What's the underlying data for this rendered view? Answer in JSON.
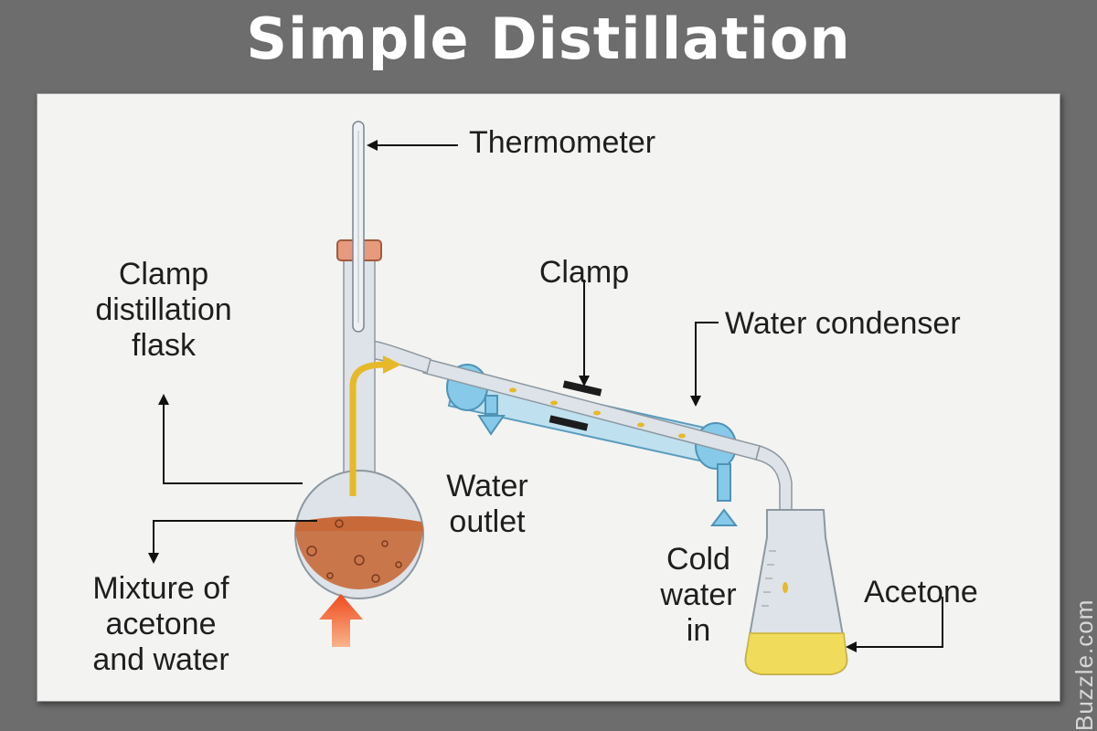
{
  "title": "Simple Distillation",
  "labels": {
    "thermometer": "Thermometer",
    "clamp_flask": "Clamp\ndistillation\nflask",
    "clamp": "Clamp",
    "water_condenser": "Water condenser",
    "water_outlet": "Water\noutlet",
    "cold_water_in": "Cold\nwater\nin",
    "mixture": "Mixture of\nacetone\nand water",
    "acetone": "Acetone"
  },
  "watermark": "Buzzle.com",
  "colors": {
    "background": "#6d6d6d",
    "card": "#f3f3f2",
    "glass": "#d5dbe0",
    "water": "#7fc6e6",
    "mixture": "#c8693a",
    "acetone": "#f0dc5a",
    "vapor_arrow": "#e6b928",
    "heat": "#f05a28"
  }
}
